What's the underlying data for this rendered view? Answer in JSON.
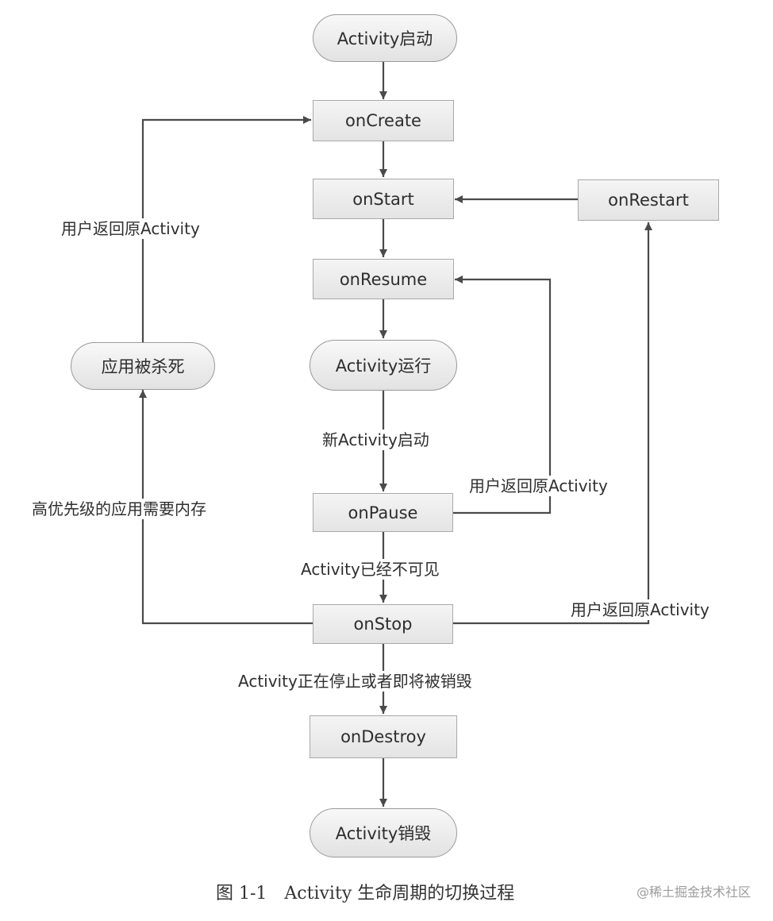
{
  "nodes": {
    "activity_start": "Activity启动",
    "on_create": "onCreate",
    "on_start": "onStart",
    "on_restart": "onRestart",
    "on_resume": "onResume",
    "activity_running": "Activity运行",
    "app_killed": "应用被杀死",
    "on_pause": "onPause",
    "on_stop": "onStop",
    "on_destroy": "onDestroy",
    "activity_destroyed": "Activity销毁"
  },
  "edge_labels": {
    "return_to_create": "用户返回原Activity",
    "new_activity_started": "新Activity启动",
    "return_to_resume": "用户返回原Activity",
    "high_priority_memory": "高优先级的应用需要内存",
    "activity_invisible": "Activity已经不可见",
    "return_to_restart": "用户返回原Activity",
    "stopping_or_destroying": "Activity正在停止或者即将被销毁"
  },
  "caption": {
    "figure_number": "图 1-1",
    "title": "Activity 生命周期的切换过程"
  },
  "watermark": "@稀土掘金技术社区"
}
